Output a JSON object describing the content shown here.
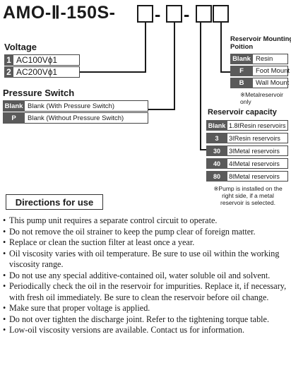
{
  "model": {
    "prefix": "AMO-Ⅱ-150S-",
    "sep": "-"
  },
  "voltage": {
    "title": "Voltage",
    "options": [
      {
        "code": "1",
        "label": "AC100Vϕ1"
      },
      {
        "code": "2",
        "label": "AC200Vϕ1"
      }
    ]
  },
  "pressure_switch": {
    "title": "Pressure Switch",
    "options": [
      {
        "code": "Blank",
        "label": "Blank (With Pressure Switch)"
      },
      {
        "code": "P",
        "label": "Blank (Without Pressure Switch)"
      }
    ]
  },
  "mounting": {
    "title_line1": "Reservoir Mounting",
    "title_line2": "Poition",
    "options": [
      {
        "code": "Blank",
        "label": "Resin"
      },
      {
        "code": "F",
        "label": "Foot Mount"
      },
      {
        "code": "B",
        "label": "Wall Mount"
      }
    ],
    "note": "※Metalreservoir only"
  },
  "capacity": {
    "title": "Reservoir capacity",
    "options": [
      {
        "code": "Blank",
        "label": "1.8ℓResin reservoirs"
      },
      {
        "code": "3",
        "label": "3ℓResin reservoirs"
      },
      {
        "code": "30",
        "label": "3ℓMetal reservoirs"
      },
      {
        "code": "40",
        "label": "4ℓMetal reservoirs"
      },
      {
        "code": "80",
        "label": "8ℓMetal reservoirs"
      }
    ],
    "note_line1": "※Pump is installed on the",
    "note_line2": "right side, if a metal",
    "note_line3": "reservoir is selected."
  },
  "directions": {
    "title": "Directions for use",
    "items": [
      "This pump unit requires a separate control circuit to operate.",
      "Do not remove the oil strainer to keep the pump clear of foreign matter.",
      "Replace or clean the suction filter at least once a year.",
      "Oil viscosity varies with oil temperature. Be sure to use oil within the working viscosity range.",
      "Do not use any special additive-contained oil, water soluble oil and solvent.",
      "Periodically check the oil in the reservoir for impurities. Replace it, if necessary, with fresh oil immediately. Be sure to clean the reservoir before oil change.",
      "Make sure that proper voltage is applied.",
      "Do not over tighten the discharge joint. Refer to the tightening torque table.",
      "Low-oil viscosity versions are available. Contact us for information."
    ]
  }
}
